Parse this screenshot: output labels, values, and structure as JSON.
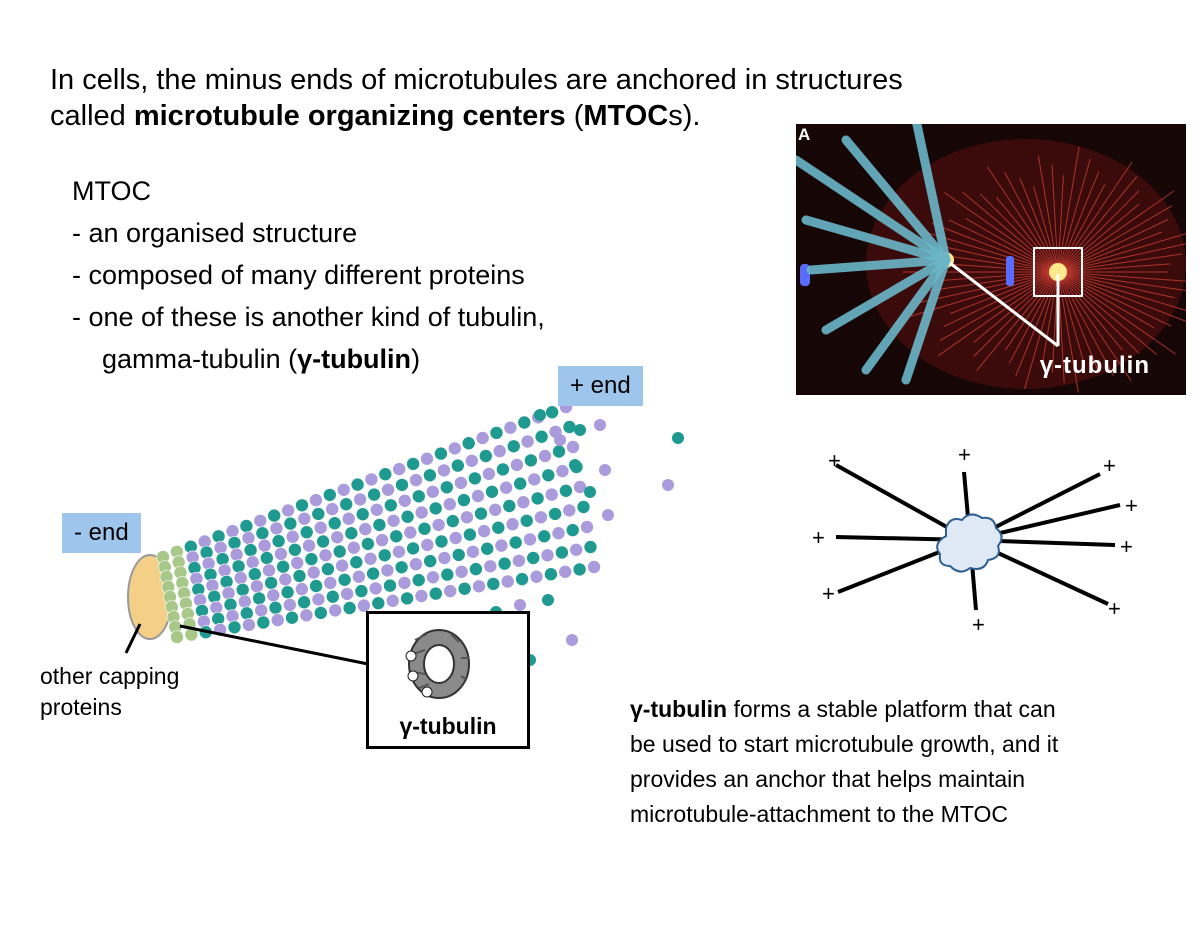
{
  "headline": {
    "line1": "In cells, the minus ends of microtubules are anchored in structures",
    "line2_pre": "called ",
    "line2_bold": "microtubule organizing centers",
    "line2_mid": " (",
    "line2_bold2": "MTOC",
    "line2_post": "s)."
  },
  "mtoc": {
    "title": "MTOC",
    "items": [
      "- an organised structure",
      "- composed of many different proteins",
      "- one of these is another kind of tubulin,"
    ],
    "gamma_line_pre": "gamma-tubulin  (",
    "gamma_line_bold": "γ-tubulin",
    "gamma_line_post": ")"
  },
  "labels": {
    "plus_end": "+ end",
    "minus_end": "- end",
    "capping_line1": "other capping",
    "capping_line2": "proteins",
    "gamma_box": "γ-tubulin",
    "photo_gamma": "γ-tubulin",
    "photo_panel": "A"
  },
  "platform": {
    "bold": "γ-tubulin",
    "text": " forms a stable platform that can be used to start microtubule growth, and it provides an anchor that helps maintain microtubule-attachment to the MTOC"
  },
  "aster": {
    "plus_symbol": "+"
  },
  "colors": {
    "label_box": "#9ec6ec",
    "alpha_tubulin": "#a99bdc",
    "beta_tubulin": "#1f9a90",
    "gamma_ring": "#f3cf88",
    "photo_background": "#160606",
    "microtubule_red": "#e0443a",
    "centrosome_blob": "#dfeaf6",
    "centrosome_outline": "#2e5f92"
  }
}
